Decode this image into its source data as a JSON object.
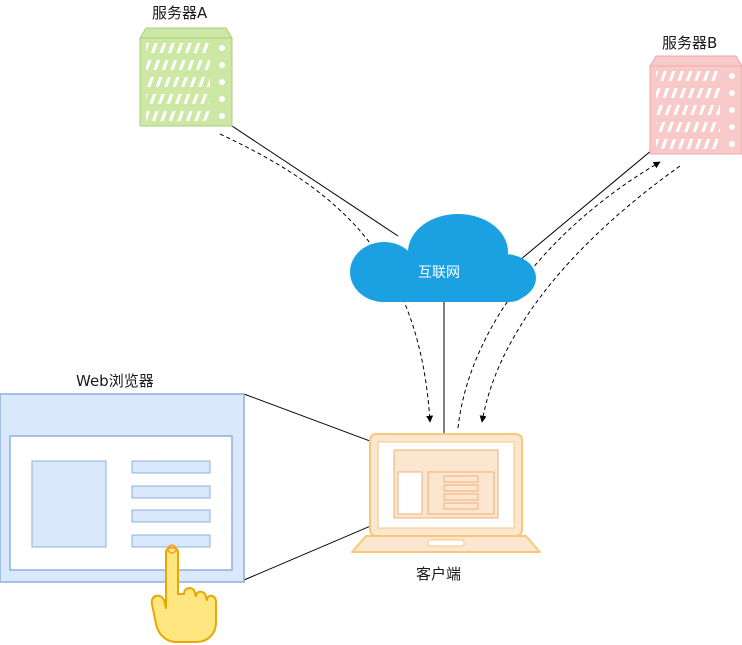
{
  "labels": {
    "server_a": "服务器A",
    "server_b": "服务器B",
    "internet": "互联网",
    "browser": "Web浏览器",
    "client": "客户端"
  },
  "colors": {
    "server_a": "#cde8a4",
    "server_b": "#f8c9c9",
    "cloud": "#1ba1e2",
    "laptop_fill": "#fde6cf",
    "laptop_stroke": "#f5c97a",
    "browser_fill": "#dae8fc",
    "browser_stroke": "#8cb1db"
  },
  "icons": {
    "pointer": "hand-pointer-icon"
  }
}
